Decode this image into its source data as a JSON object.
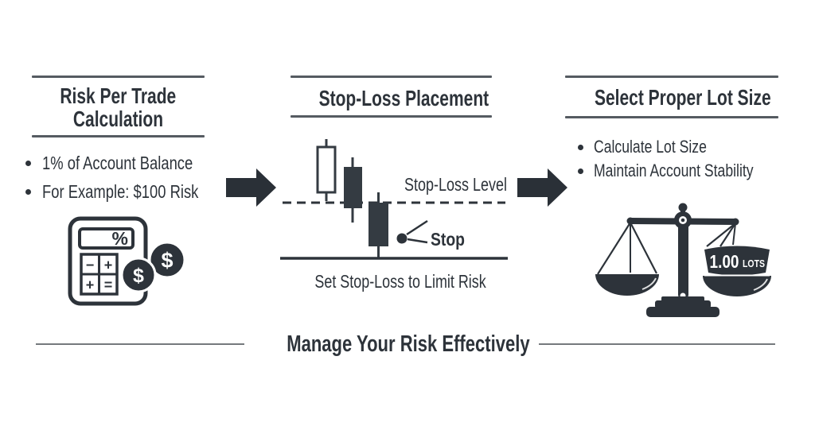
{
  "colors": {
    "ink": "#2d333a",
    "candle_fill": "#343b42",
    "arrow": "#2a3037",
    "panel_rule": "#555b61",
    "footer_rule": "#75797d",
    "coin_text": "#ffffff",
    "weight_text": "#ffffff"
  },
  "panels": {
    "risk": {
      "title_lines": [
        "Risk Per Trade",
        "Calculation"
      ],
      "bullets": [
        "1% of Account Balance",
        "For Example: $100 Risk"
      ],
      "calculator": {
        "display_symbol": "%",
        "buttons": [
          "−",
          "+",
          "+",
          "="
        ],
        "coin1_symbol": "$",
        "coin2_symbol": "$"
      }
    },
    "stop_loss": {
      "title": "Stop-Loss Placement",
      "level_label": "Stop-Loss Level",
      "stop_label": "Stop",
      "caption": "Set Stop-Loss to Limit Risk"
    },
    "lot_size": {
      "title": "Select Proper Lot Size",
      "bullets": [
        "Calculate Lot Size",
        "Maintain Account Stability"
      ],
      "weight_value": "1.00",
      "weight_unit": "LOTS"
    }
  },
  "footer": {
    "title": "Manage Your Risk Effectively"
  }
}
